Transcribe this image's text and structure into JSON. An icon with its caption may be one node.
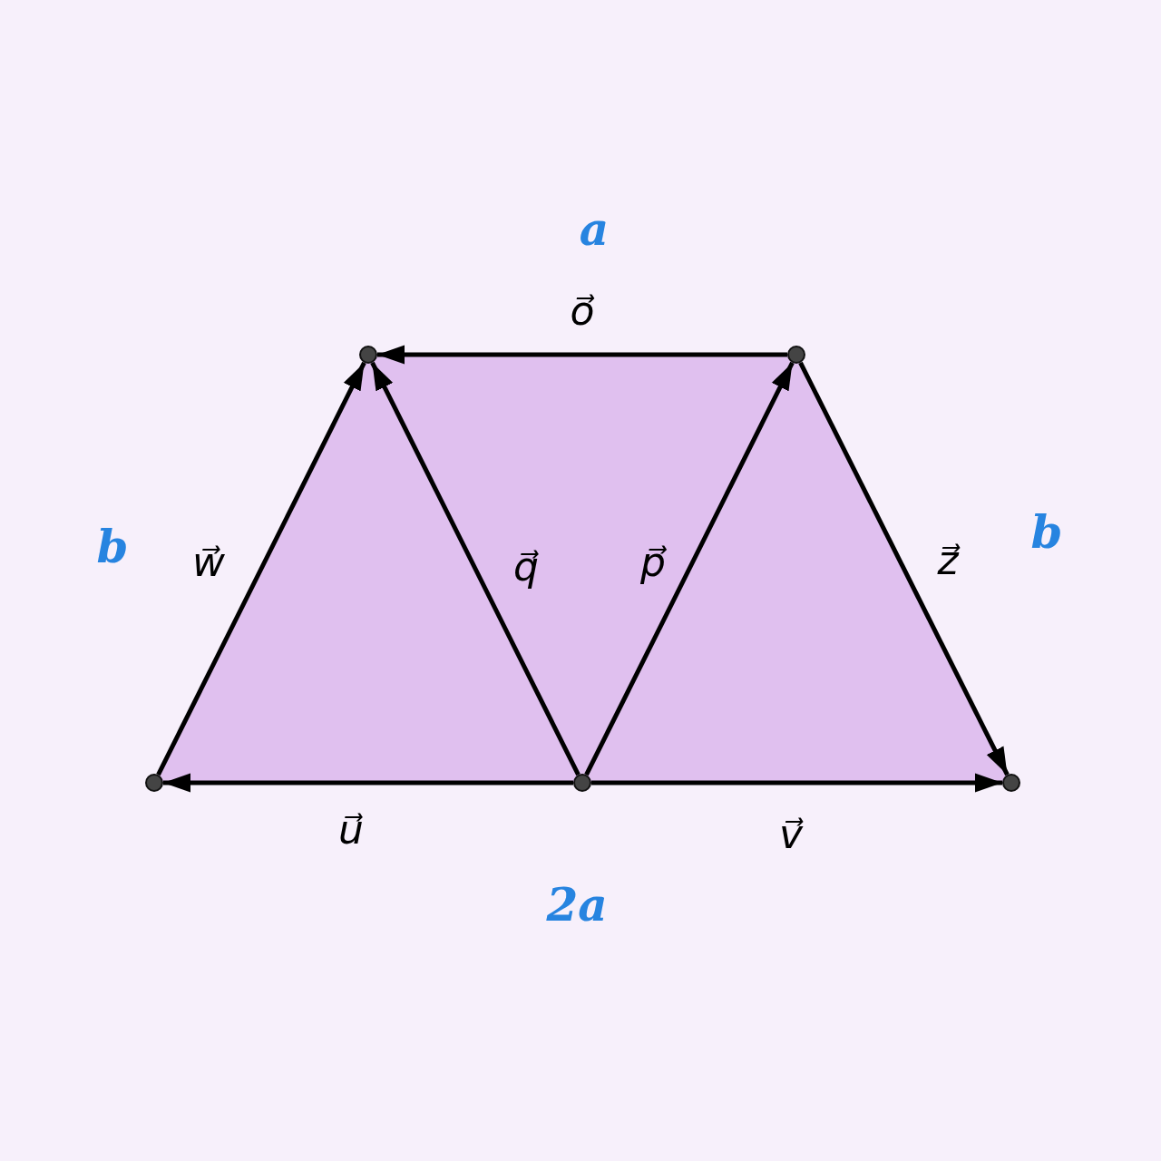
{
  "diagram": {
    "nodes": [
      {
        "text": [],
        "shape": "circle"
      },
      {
        "text": [],
        "shape": "circle"
      },
      {
        "text": [],
        "shape": "circle"
      },
      {
        "text": [],
        "shape": "circle"
      },
      {
        "text": [],
        "shape": "circle"
      }
    ],
    "edges": [
      {
        "from": 1,
        "to": 0,
        "arrow": "to",
        "label": "o⃗"
      },
      {
        "from": 2,
        "to": 0,
        "arrow": "to",
        "label": "w⃗"
      },
      {
        "from": 3,
        "to": 0,
        "arrow": "to",
        "label": "q⃗"
      },
      {
        "from": 3,
        "to": 1,
        "arrow": "to",
        "label": "p⃗"
      },
      {
        "from": 1,
        "to": 4,
        "arrow": "to",
        "label": "z⃗"
      },
      {
        "from": 3,
        "to": 2,
        "arrow": "to",
        "label": "u⃗"
      },
      {
        "from": 3,
        "to": 4,
        "arrow": "to",
        "label": "v⃗"
      }
    ],
    "labels": [
      "a",
      "b",
      "b",
      "2a"
    ]
  }
}
